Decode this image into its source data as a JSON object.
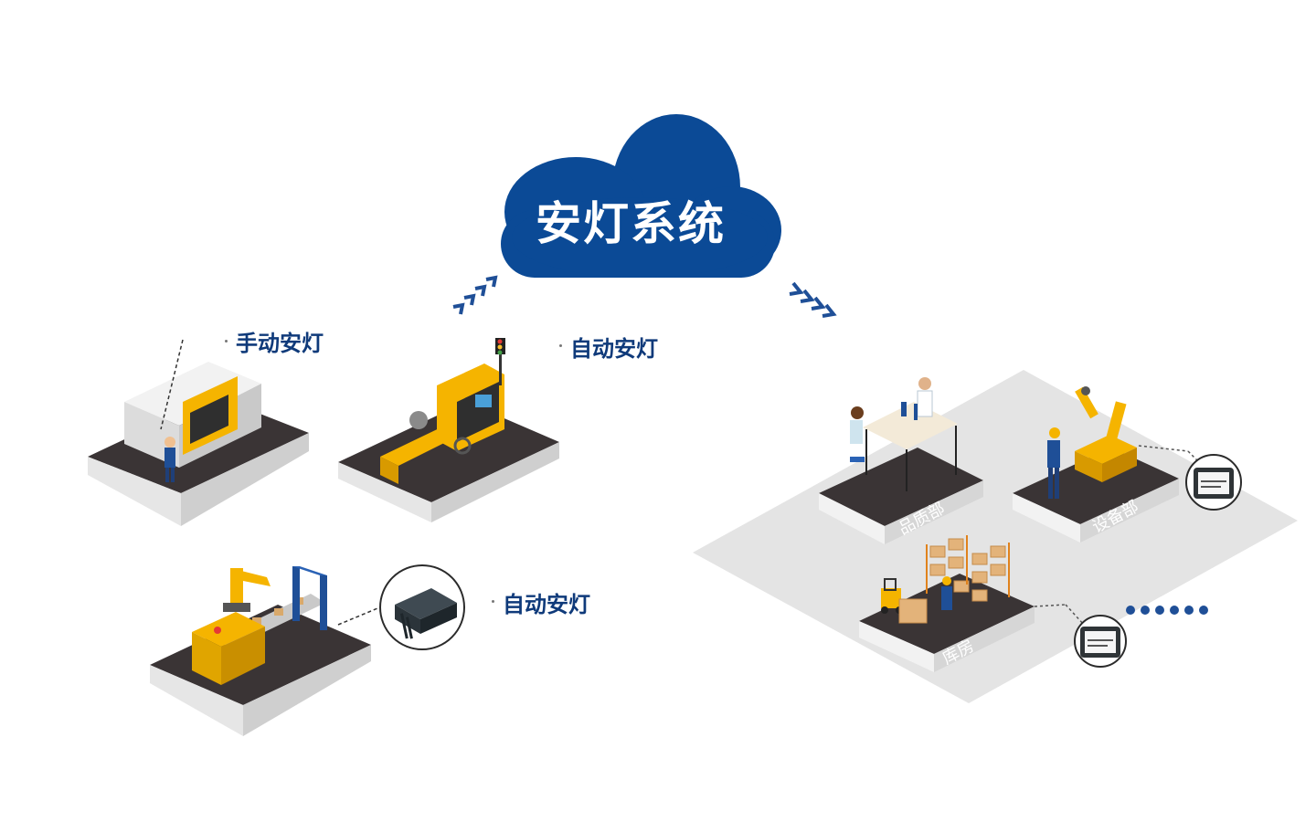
{
  "cloud": {
    "title": "安灯系统",
    "color": "#0b4a96"
  },
  "labels": {
    "manual_andon": "手动安灯",
    "auto_andon_top": "自动安灯",
    "auto_andon_bottom": "自动安灯"
  },
  "departments": {
    "quality": "品质部",
    "equipment": "设备部",
    "warehouse": "库房"
  },
  "colors": {
    "label_text": "#0f3a7a",
    "platform_top": "#3a3435",
    "platform_side": "#d9d9d9",
    "floor": "#e4e4e4",
    "machine_yellow": "#f5b400",
    "dots": "#1f4f97"
  }
}
